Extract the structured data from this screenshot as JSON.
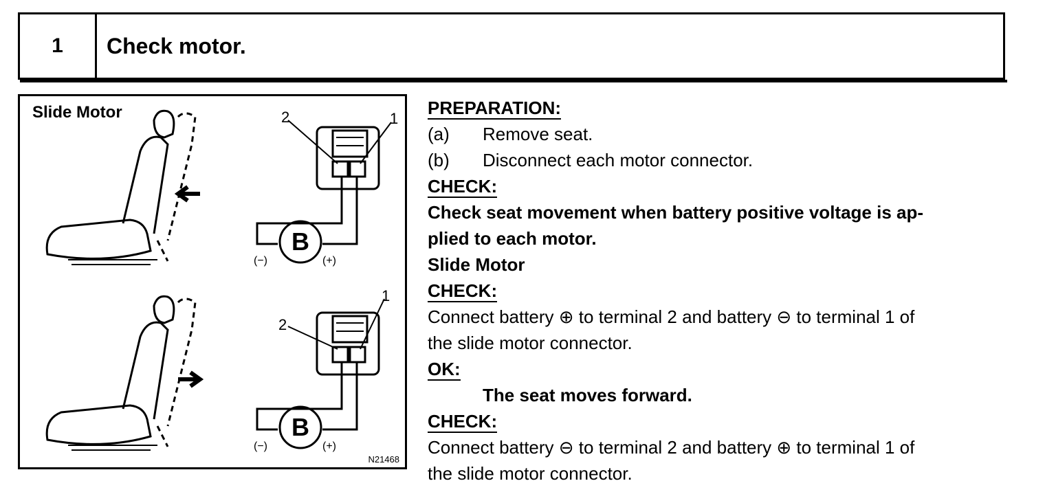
{
  "step": {
    "number": "1",
    "title": "Check motor."
  },
  "figure": {
    "title": "Slide Motor",
    "code": "N21468",
    "terminal_1": "1",
    "terminal_2": "2",
    "battery_label": "B",
    "neg_label": "(−)",
    "pos_label": "(+)"
  },
  "instructions": {
    "preparation_heading": "PREPARATION:",
    "prep_a_label": "(a)",
    "prep_a_text": "Remove seat.",
    "prep_b_label": "(b)",
    "prep_b_text": "Disconnect each motor connector.",
    "check_heading": "CHECK:",
    "check_line1": "Check seat movement when battery positive voltage is ap-",
    "check_line2": "plied to each motor.",
    "slide_motor_heading": "Slide Motor",
    "check2_heading": "CHECK:",
    "check2_line1": "Connect battery ⊕ to terminal 2 and battery ⊖ to terminal 1 of",
    "check2_line2": "the slide motor connector.",
    "ok_heading": "OK:",
    "ok_text": "The seat moves forward.",
    "check3_heading": "CHECK:",
    "check3_line1": "Connect battery ⊖ to terminal 2 and battery ⊕ to terminal 1 of",
    "check3_line2": "the slide motor connector."
  }
}
